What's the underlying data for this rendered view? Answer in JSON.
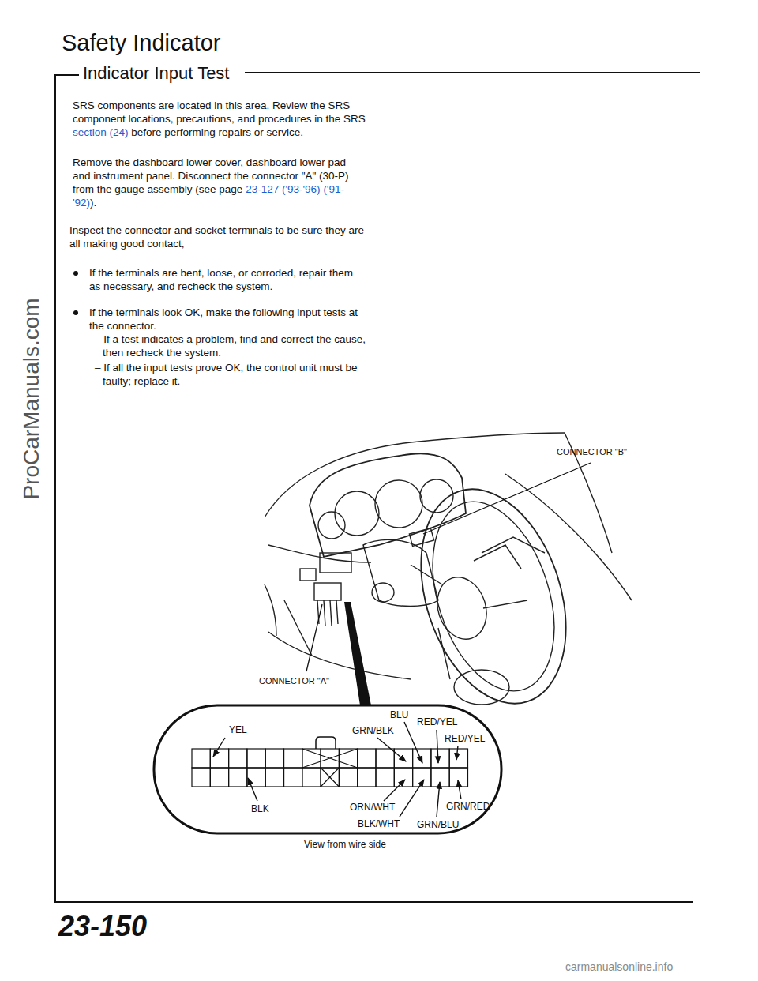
{
  "diagram": {
    "title": "Safety Indicator",
    "labels": [
      "Indicator Input Test",
      "SRS components are located in this area. Review the SRS component locations, precautions, and procedures in the SRS",
      "section (24)",
      "before performing repairs or service.",
      "Remove the dashboard lower cover, dashboard lower pad and instrument panel. Disconnect the connector \"A\" (30-P) from the gauge assembly (see page",
      "23-127 ('93-'96)",
      "('91-'92)",
      ").",
      "Inspect the connector and socket terminals to be sure they are all making good contact,",
      "If the terminals are bent, loose, or corroded, repair them as necessary, and recheck the system.",
      "If the terminals look OK, make the following input tests at the connector.",
      "– If a test indicates a problem, find and correct the cause, then recheck the system.",
      "– If all the input tests prove OK, the control unit must be faulty; replace it.",
      "CONNECTOR \"B\"",
      "CONNECTOR \"A\"",
      "YEL",
      "BLU",
      "GRN/BLK",
      "RED/YEL",
      "RED/YEL",
      "BLK",
      "ORN/WHT",
      "BLK/WHT",
      "GRN/BLU",
      "GRN/RED",
      "View from wire side",
      "23-150",
      "ProCarManuals.com",
      "carmanualsonline.info"
    ]
  }
}
